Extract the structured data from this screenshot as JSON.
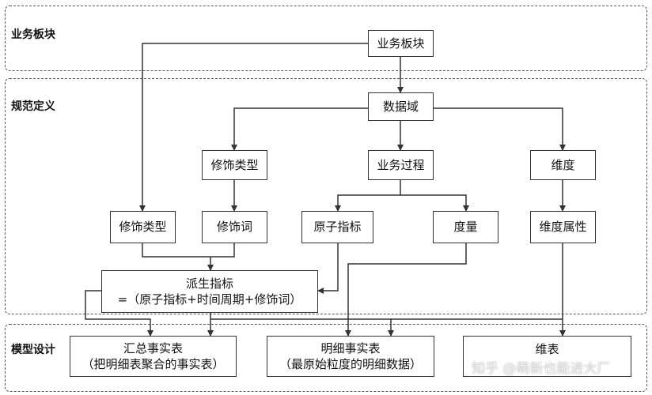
{
  "regions": {
    "business": "业务板块",
    "norms": "规范定义",
    "model": "模型设计"
  },
  "nodes": {
    "business_block": "业务板块",
    "data_domain": "数据域",
    "modifier_type_upper": "修饰类型",
    "business_process": "业务过程",
    "dimension": "维度",
    "modifier_type_lower": "修饰类型",
    "modifier_word": "修饰词",
    "atomic_metric": "原子指标",
    "measure": "度量",
    "dimension_attr": "维度属性",
    "derived_metric": {
      "line1": "派生指标",
      "line2": "=（原子指标+时间周期+修饰词）"
    },
    "summary_fact": {
      "line1": "汇总事实表",
      "line2": "（把明细表聚合的事实表）"
    },
    "detail_fact": {
      "line1": "明细事实表",
      "line2": "（最原始粒度的明细数据）"
    },
    "dim_table": {
      "line1": "维表"
    }
  },
  "watermark": "知乎 @萌新也能进大厂",
  "colors": {
    "line": "#333333",
    "dashed_border": "#555555"
  }
}
